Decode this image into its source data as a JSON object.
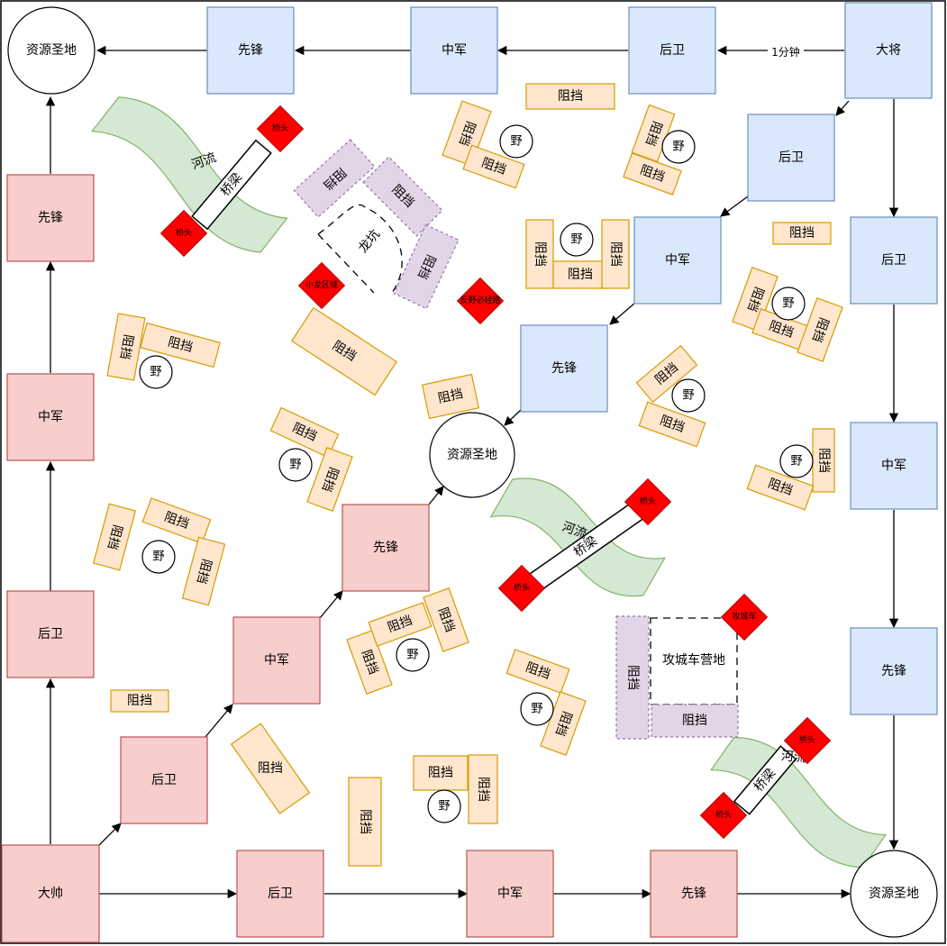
{
  "colors": {
    "blue_fill": "#dae8fc",
    "blue_stroke": "#6c8ebf",
    "red_fill": "#f8cecc",
    "red_stroke": "#b85450",
    "orange_fill": "#ffe6cc",
    "orange_stroke": "#d79b00",
    "purple_fill": "#e1d5e7",
    "purple_stroke": "#9673a6",
    "green_fill": "#d5e8d4",
    "green_stroke": "#82b366",
    "marker_red": "#ff0000"
  },
  "labels": {
    "resource_land": "资源圣地",
    "vanguard": "先锋",
    "center_army": "中军",
    "rear_guard": "后卫",
    "general": "大将",
    "marshal": "大帅",
    "block": "阻挡",
    "wild": "野",
    "river": "河流",
    "bridge": "桥梁",
    "bridgehead": "桥头",
    "dragon_pit": "龙坑",
    "minor_dragon_zone": "小龙区域",
    "wild_must_pass": "反野必经路",
    "siege_camp": "攻城车营地",
    "siege_cart": "攻城车",
    "one_minute": "1分钟"
  }
}
